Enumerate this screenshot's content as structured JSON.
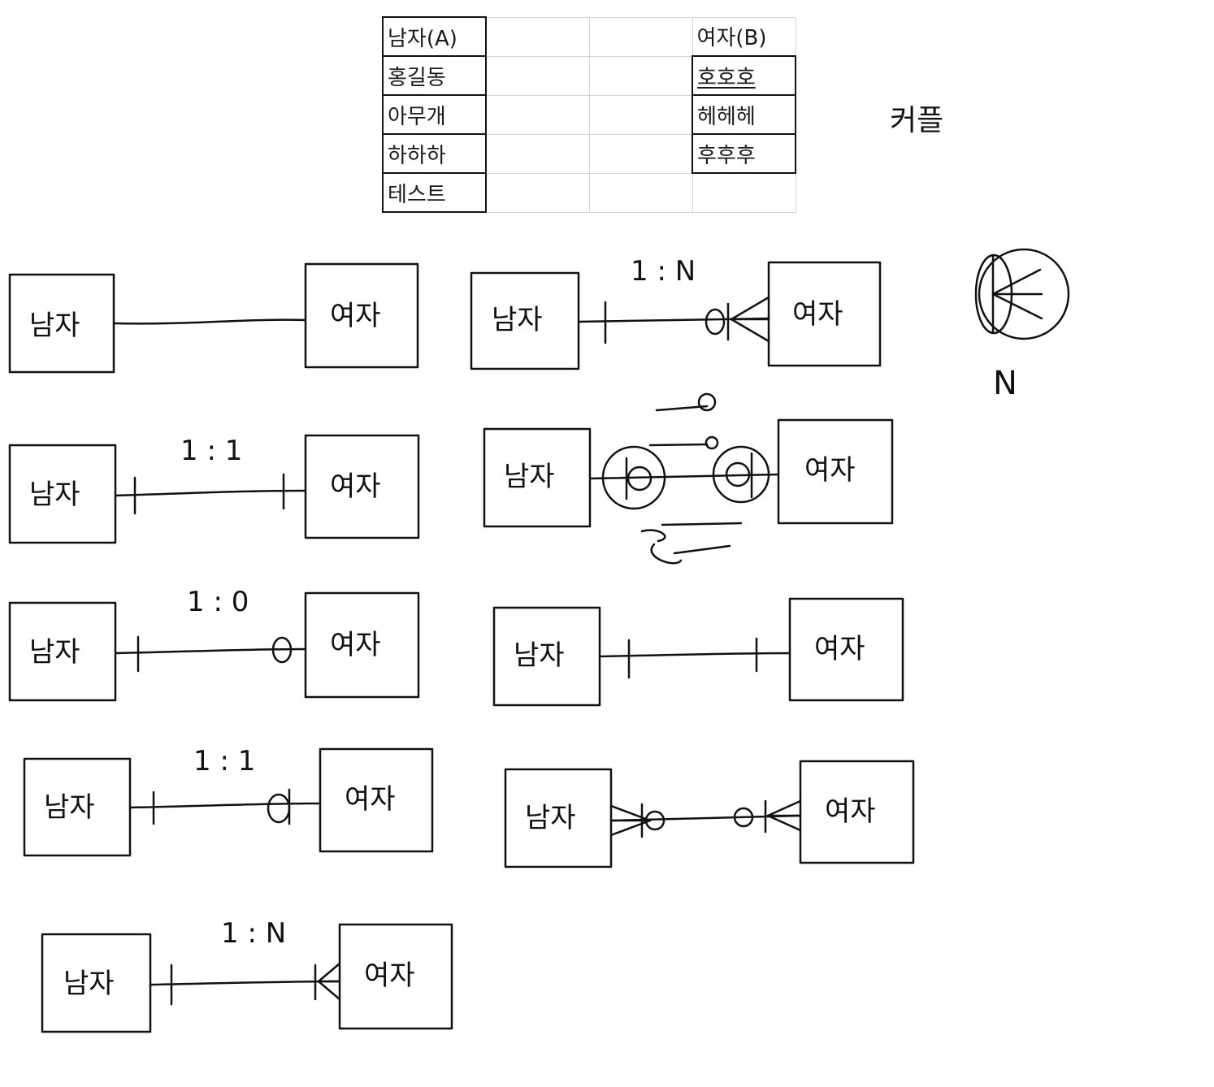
{
  "table": {
    "header": [
      "남자(A)",
      "",
      "",
      "여자(B)"
    ],
    "rows": [
      [
        "홍길동",
        "",
        "",
        "호호호"
      ],
      [
        "아무개",
        "",
        "",
        "헤헤헤"
      ],
      [
        "하하하",
        "",
        "",
        "후후후"
      ],
      [
        "테스트",
        "",
        "",
        ""
      ]
    ]
  },
  "notes": {
    "couple": "커플",
    "n_label": "N",
    "ratio_1n_top": "1 : N",
    "ratio_11": "1 : 1",
    "ratio_10": "1 : 0",
    "ratio_11b": "1 : 1",
    "ratio_1n_bottom": "1 : N",
    "zero_mark": "0"
  },
  "entities": {
    "man": "남자",
    "woman": "여자"
  }
}
